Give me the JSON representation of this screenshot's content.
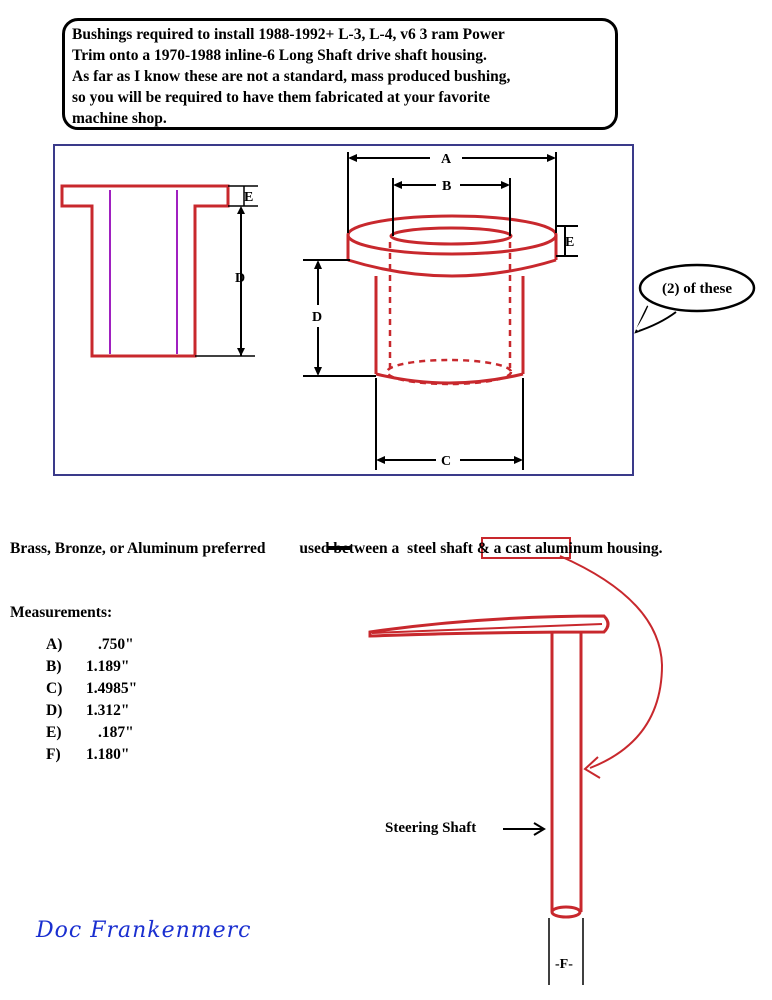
{
  "header": {
    "lines": [
      "Bushings required to install 1988-1992+ L-3, L-4, v6 3 ram Power",
      "Trim onto a 1970-1988 inline-6 Long Shaft drive shaft housing.",
      "As far as I know these are not a standard, mass produced bushing,",
      "so you will be required to have them fabricated at your favorite",
      "machine shop."
    ]
  },
  "diagram": {
    "labels": {
      "A": "A",
      "B": "B",
      "C": "C",
      "D": "D",
      "E": "E"
    },
    "callout": "(2) of these"
  },
  "material": {
    "before_dash": "Brass, Bronze, or Aluminum preferred",
    "after_dash": " used between a ",
    "highlight": "steel shaft",
    "after_highlight": " & a cast aluminum housing."
  },
  "measurements": {
    "title": "Measurements:",
    "rows": [
      {
        "key": "A)",
        "value": ".750\""
      },
      {
        "key": "B)",
        "value": "1.189\""
      },
      {
        "key": "C)",
        "value": "1.4985\""
      },
      {
        "key": "D)",
        "value": "1.312\""
      },
      {
        "key": "E)",
        "value": ".187\""
      },
      {
        "key": "F)",
        "value": "1.180\""
      }
    ]
  },
  "steering": {
    "label": "Steering Shaft",
    "f_label": "-F-"
  },
  "signature": "Doc Frankenmerc",
  "colors": {
    "outline": "#c8282d",
    "bore": "#a020c0",
    "frame": "#3a3a8a",
    "signature": "#1a2fd0"
  }
}
